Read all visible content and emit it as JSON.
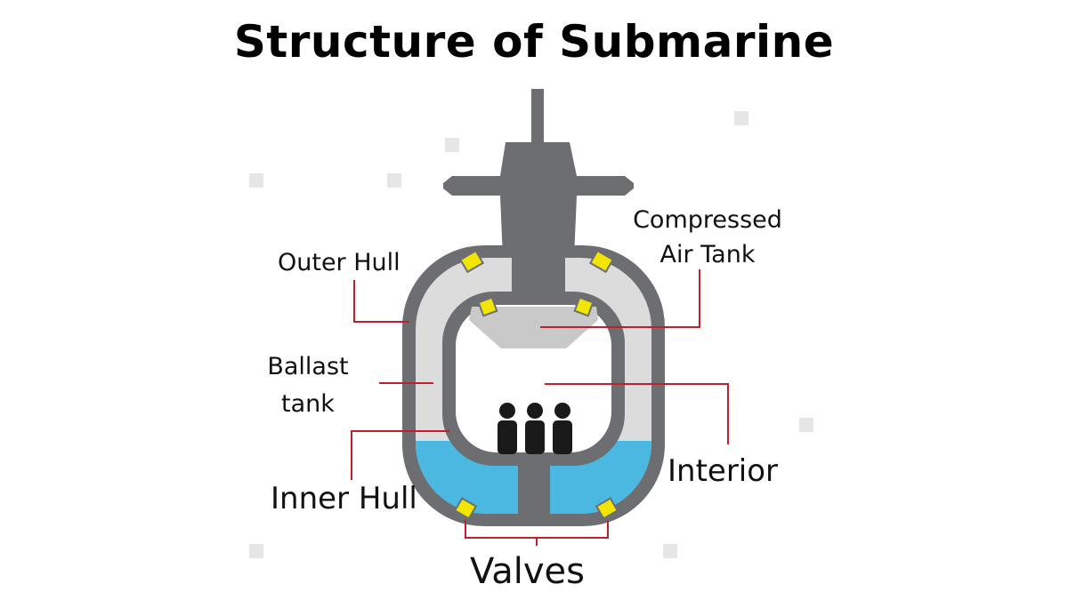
{
  "title": "Structure of Submarine",
  "labels": {
    "outer_hull": "Outer Hull",
    "compressed_line1": "Compressed",
    "compressed_line2": "Air Tank",
    "ballast_line1": "Ballast",
    "ballast_line2": "tank",
    "interior": "Interior",
    "inner_hull": "Inner Hull",
    "valves": "Valves"
  },
  "colors": {
    "hull": "#6d6e71",
    "ballast": "#dcdcdc",
    "water": "#4ab8e0",
    "valve": "#f2e600",
    "leader": "#c0202a"
  }
}
